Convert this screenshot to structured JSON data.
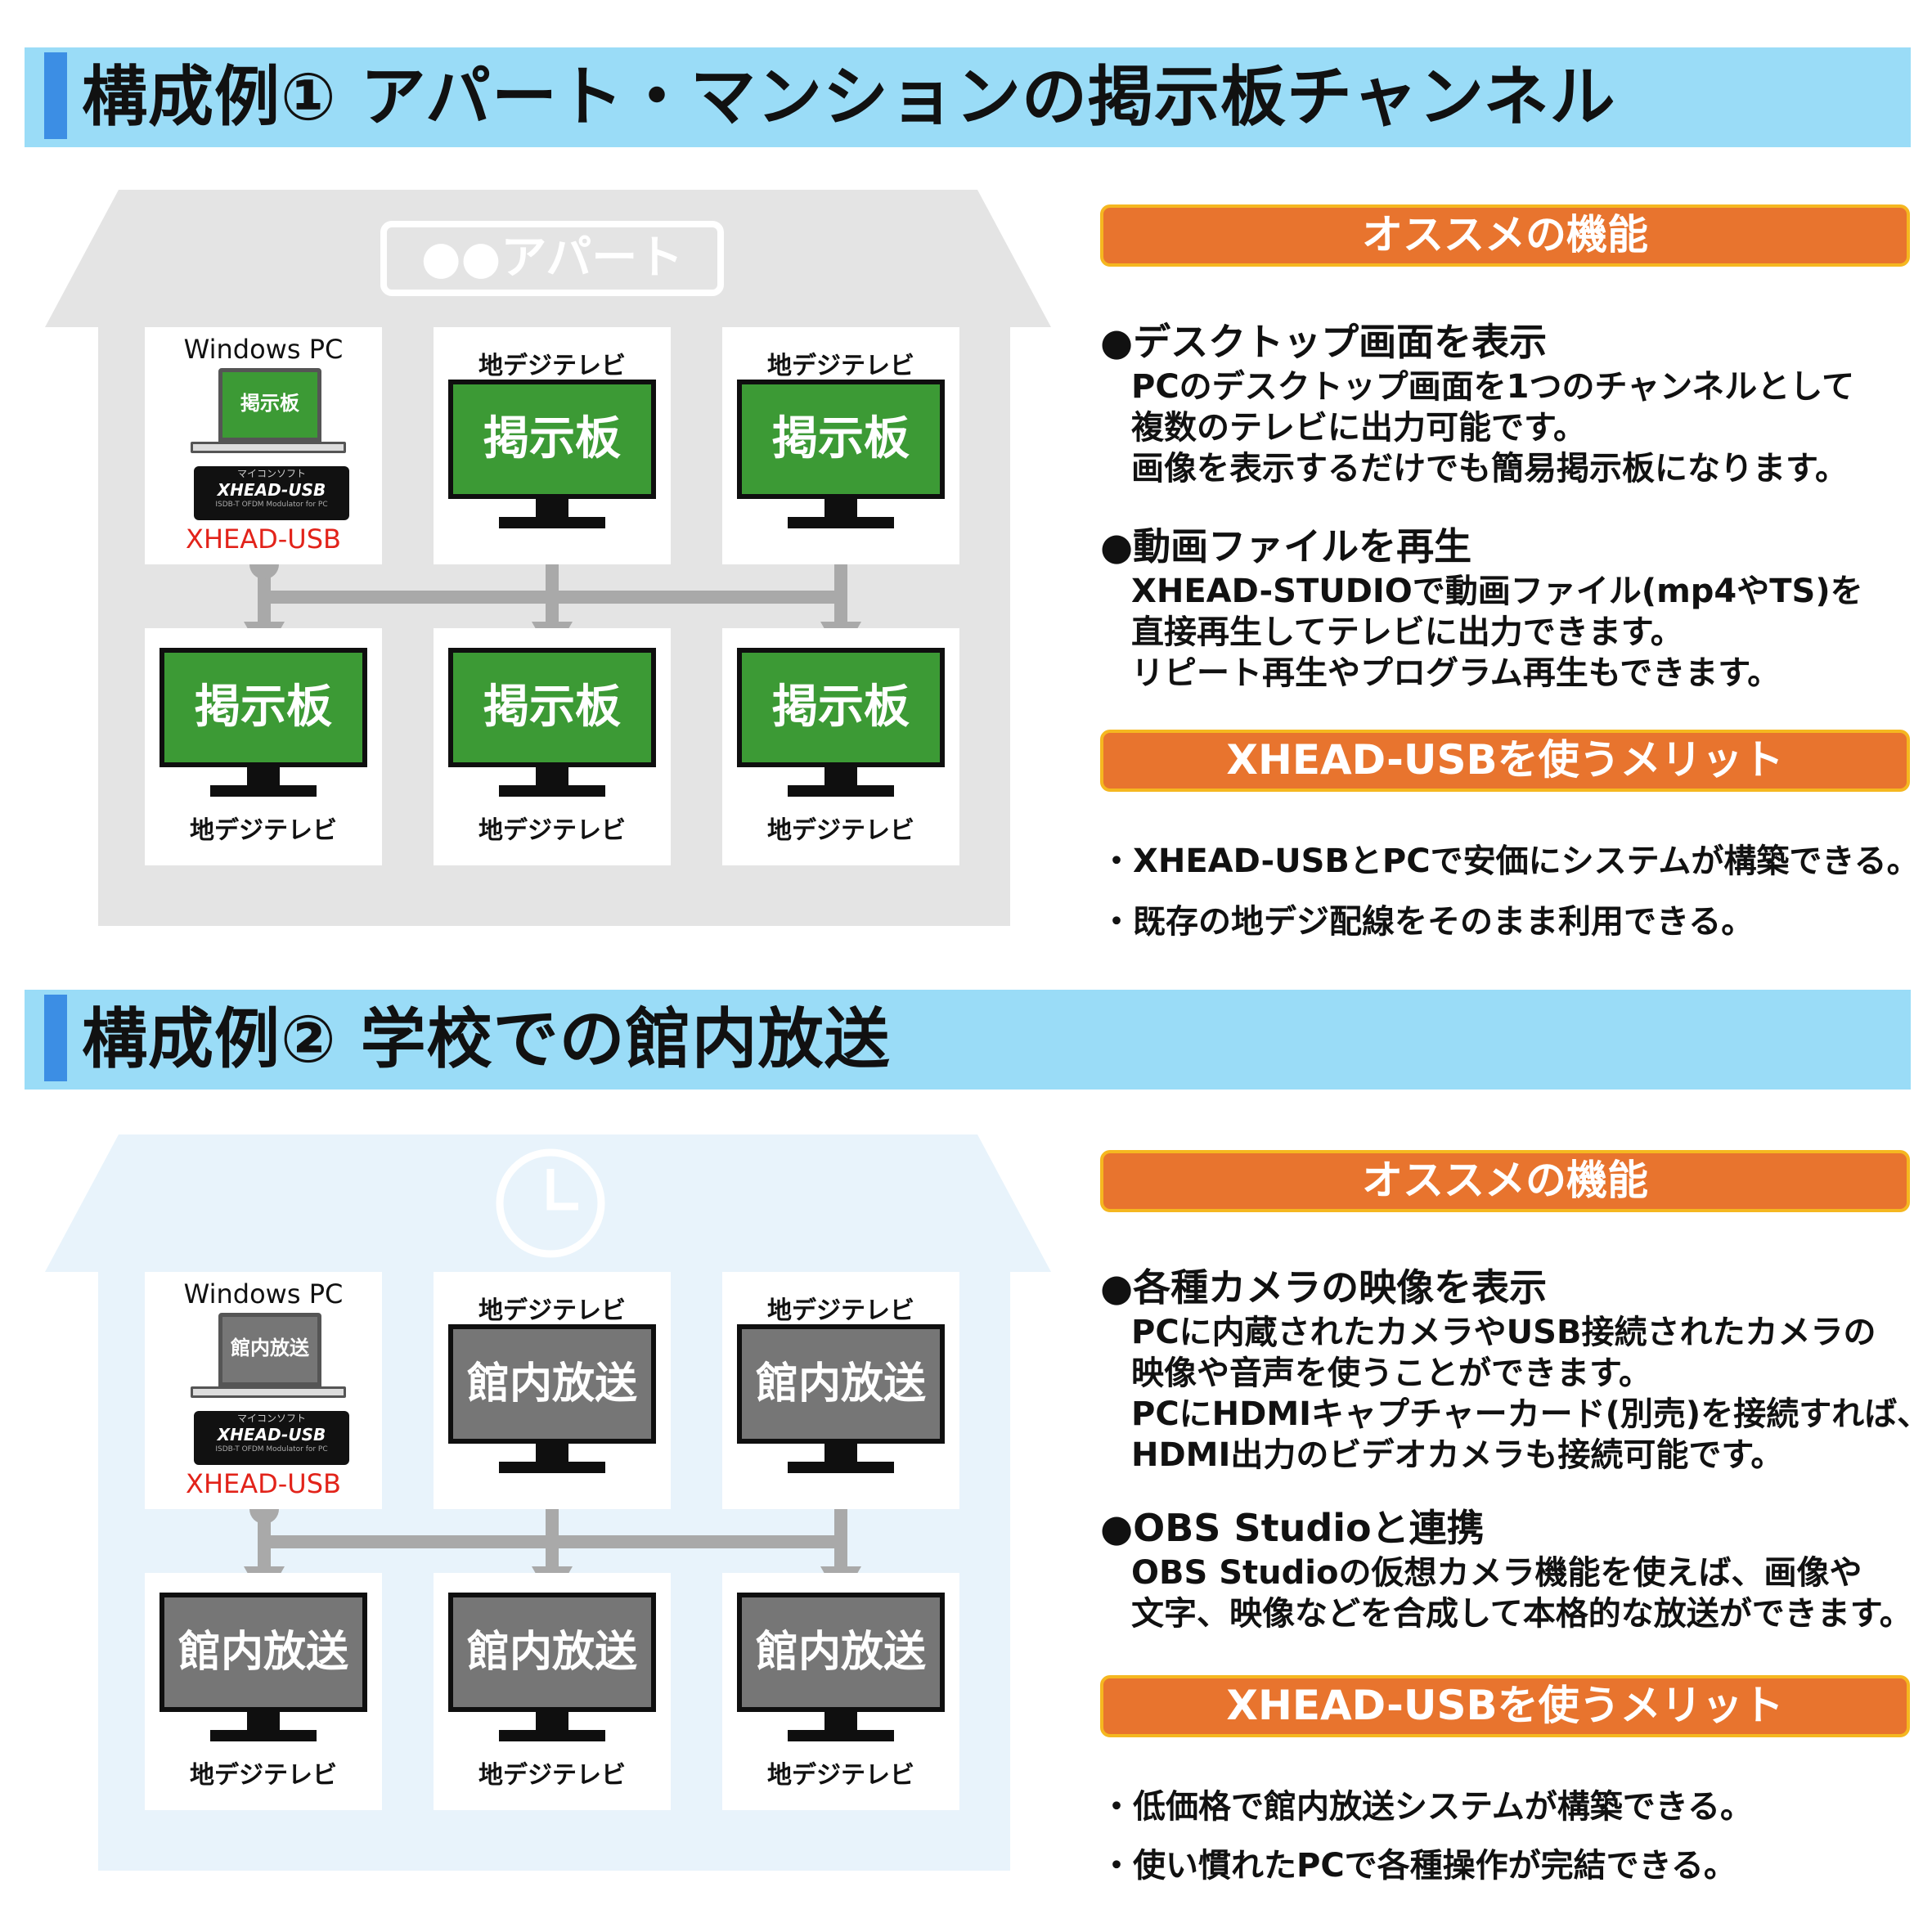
{
  "section1": {
    "title": "構成例① アパート・マンションの掲示板チャンネル",
    "sign": "●●アパート",
    "pc_label": "Windows PC",
    "pc_screen": "掲示板",
    "device_top": "マイコンソフト",
    "device_name": "XHEAD-USB",
    "device_sub": "ISDB-T OFDM Modulator for PC",
    "device_label": "XHEAD-USB",
    "tv_label": "地デジテレビ",
    "tv_screen": "掲示板",
    "features_title": "オススメの機能",
    "feature1_title": "●デスクトップ画面を表示",
    "feature1_lines": [
      "PCのデスクトップ画面を1つのチャンネルとして",
      "複数のテレビに出力可能です。",
      "画像を表示するだけでも簡易掲示板になります。"
    ],
    "feature2_title": "●動画ファイルを再生",
    "feature2_lines": [
      "XHEAD-STUDIOで動画ファイル(mp4やTS)を",
      "直接再生してテレビに出力できます。",
      "リピート再生やプログラム再生もできます。"
    ],
    "merits_title": "XHEAD-USBを使うメリット",
    "merits": [
      "・XHEAD-USBとPCで安価にシステムが構築できる。",
      "・既存の地デジ配線をそのまま利用できる。"
    ]
  },
  "section2": {
    "title": "構成例② 学校での館内放送",
    "pc_label": "Windows PC",
    "pc_screen": "館内放送",
    "device_top": "マイコンソフト",
    "device_name": "XHEAD-USB",
    "device_sub": "ISDB-T OFDM Modulator for PC",
    "device_label": "XHEAD-USB",
    "tv_label": "地デジテレビ",
    "tv_screen": "館内放送",
    "features_title": "オススメの機能",
    "feature1_title": "●各種カメラの映像を表示",
    "feature1_lines": [
      "PCに内蔵されたカメラやUSB接続されたカメラの",
      "映像や音声を使うことができます。",
      "PCにHDMIキャプチャーカード(別売)を接続すれば、",
      "HDMI出力のビデオカメラも接続可能です。"
    ],
    "feature2_title": "●OBS Studioと連携",
    "feature2_lines": [
      "OBS Studioの仮想カメラ機能を使えば、画像や",
      "文字、映像などを合成して本格的な放送ができます。"
    ],
    "merits_title": "XHEAD-USBを使うメリット",
    "merits": [
      "・低価格で館内放送システムが構築できる。",
      "・使い慣れたPCで各種操作が完結できる。"
    ]
  },
  "colors": {
    "header_bg": "#9adcf7",
    "header_bar": "#3c8ee4",
    "pill_bg": "#e8742e",
    "pill_border": "#f5b720",
    "house1": "#e4e4e4",
    "house2": "#e8f3fb",
    "screen_green": "#3c9a35",
    "screen_gray": "#767676",
    "device_label": "#e2231a",
    "arrow": "#a9a9a9"
  }
}
